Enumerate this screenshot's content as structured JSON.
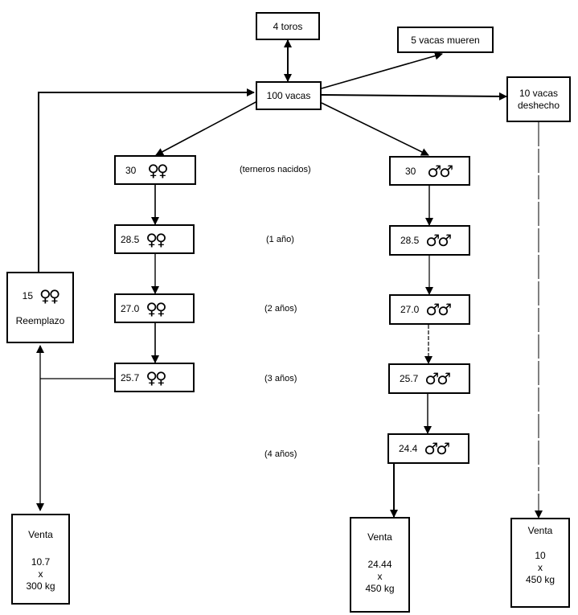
{
  "diagram": {
    "type": "herd-flow",
    "nodes": {
      "bulls": {
        "text": "4 toros"
      },
      "cows": {
        "text": "100 vacas"
      },
      "deaths": {
        "text": "5 vacas mueren"
      },
      "culls": {
        "line1": "10 vacas",
        "line2": "deshecho"
      },
      "replacement": {
        "count": "15",
        "symbol": "♀♀",
        "text": "Reemplazo"
      },
      "female_stages": [
        {
          "count": "30",
          "symbol": "♀♀"
        },
        {
          "count": "28.5",
          "symbol": "♀♀"
        },
        {
          "count": "27.0",
          "symbol": "♀♀"
        },
        {
          "count": "25.7",
          "symbol": "♀♀"
        }
      ],
      "male_stages": [
        {
          "count": "30",
          "symbol": "♂♂"
        },
        {
          "count": "28.5",
          "symbol": "♂♂"
        },
        {
          "count": "27.0",
          "symbol": "♂♂"
        },
        {
          "count": "25.7",
          "symbol": "♂♂"
        },
        {
          "count": "24.4",
          "symbol": "♂♂"
        }
      ],
      "sale_females": {
        "title": "Venta",
        "count": "10.7",
        "times": "x",
        "weight": "300 kg"
      },
      "sale_males": {
        "title": "Venta",
        "count": "24.44",
        "times": "x",
        "weight": "450 kg"
      },
      "sale_culls": {
        "title": "Venta",
        "count": "10",
        "times": "x",
        "weight": "450 kg"
      }
    },
    "stage_labels": [
      "(terneros nacidos)",
      "(1 año)",
      "(2 años)",
      "(3 años)",
      "(4 años)"
    ],
    "edges": [
      {
        "from": "bulls",
        "to": "cows",
        "bidirectional": true
      },
      {
        "from": "cows",
        "to": "deaths"
      },
      {
        "from": "cows",
        "to": "culls"
      },
      {
        "from": "cows",
        "to": "female_stages.0"
      },
      {
        "from": "cows",
        "to": "male_stages.0"
      },
      {
        "from": "female_stages.0",
        "to": "female_stages.1"
      },
      {
        "from": "female_stages.1",
        "to": "female_stages.2"
      },
      {
        "from": "female_stages.2",
        "to": "female_stages.3"
      },
      {
        "from": "female_stages.3",
        "to": "replacement"
      },
      {
        "from": "female_stages.3",
        "to": "sale_females"
      },
      {
        "from": "replacement",
        "to": "cows"
      },
      {
        "from": "male_stages.0",
        "to": "male_stages.1"
      },
      {
        "from": "male_stages.1",
        "to": "male_stages.2"
      },
      {
        "from": "male_stages.2",
        "to": "male_stages.3"
      },
      {
        "from": "male_stages.3",
        "to": "male_stages.4"
      },
      {
        "from": "male_stages.4",
        "to": "sale_males"
      },
      {
        "from": "culls",
        "to": "sale_culls"
      }
    ]
  }
}
